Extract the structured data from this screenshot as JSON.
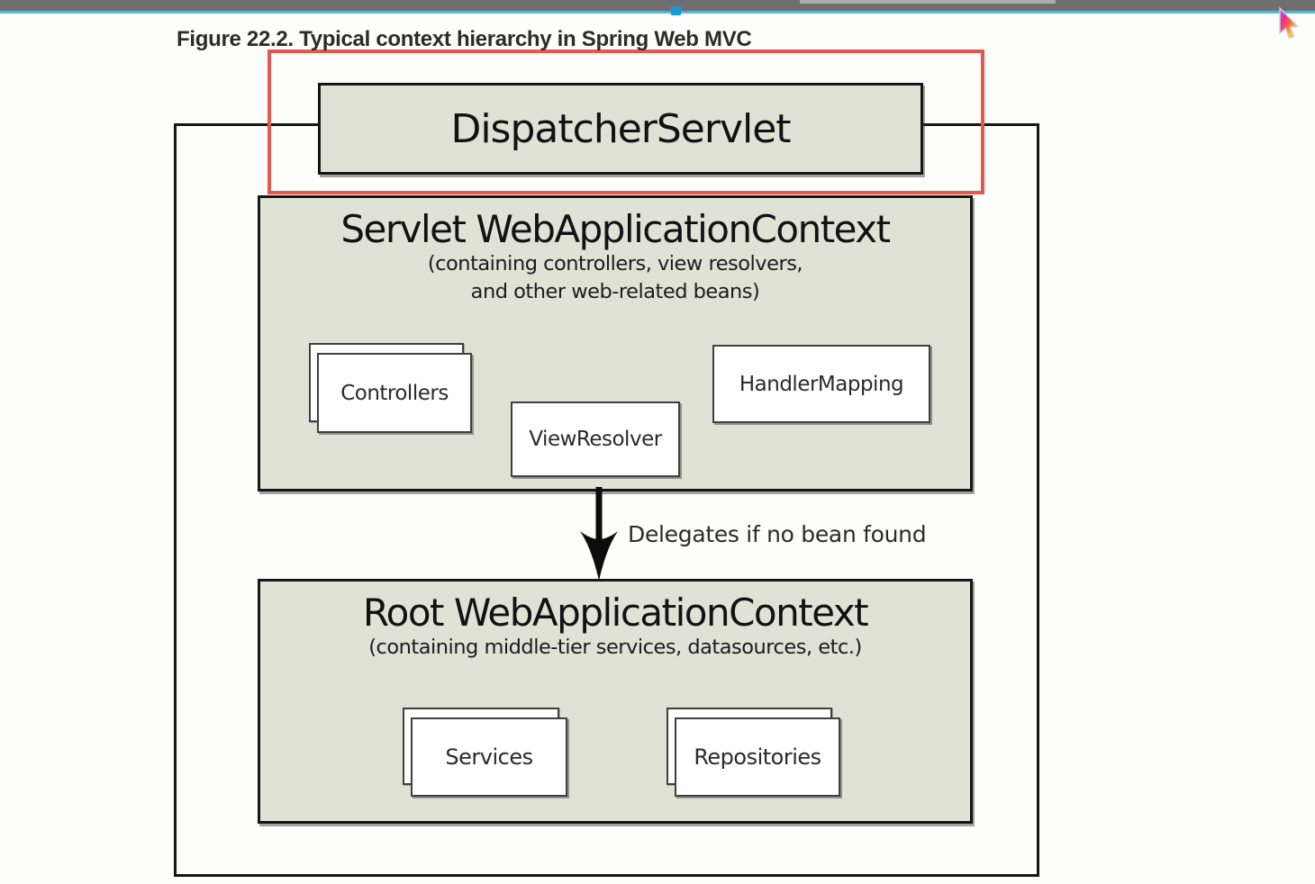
{
  "caption": "Figure 22.2. Typical context hierarchy in Spring Web MVC",
  "diagram": {
    "dispatcher": {
      "label": "DispatcherServlet"
    },
    "servlet_context": {
      "title": "Servlet WebApplicationContext",
      "subtitle_line1": "(containing controllers, view resolvers,",
      "subtitle_line2": "and other web-related beans)",
      "boxes": {
        "controllers": "Controllers",
        "view_resolver": "ViewResolver",
        "handler_mapping": "HandlerMapping"
      }
    },
    "arrow_label": "Delegates if no bean found",
    "root_context": {
      "title": "Root WebApplicationContext",
      "subtitle": "(containing middle-tier services, datasources, etc.)",
      "boxes": {
        "services": "Services",
        "repositories": "Repositories"
      }
    }
  },
  "icons": {
    "cursor": "rainbow-arrow-cursor",
    "arrow": "down-arrow",
    "progress_handle": "player-progress-handle"
  },
  "colors": {
    "annotation_red": "#e5574d",
    "context_fill_sage": "#e0e2d5",
    "progress_blue": "#4fb9e6",
    "handle_blue": "#1899d3",
    "chrome_gray": "#6f6f6f"
  }
}
